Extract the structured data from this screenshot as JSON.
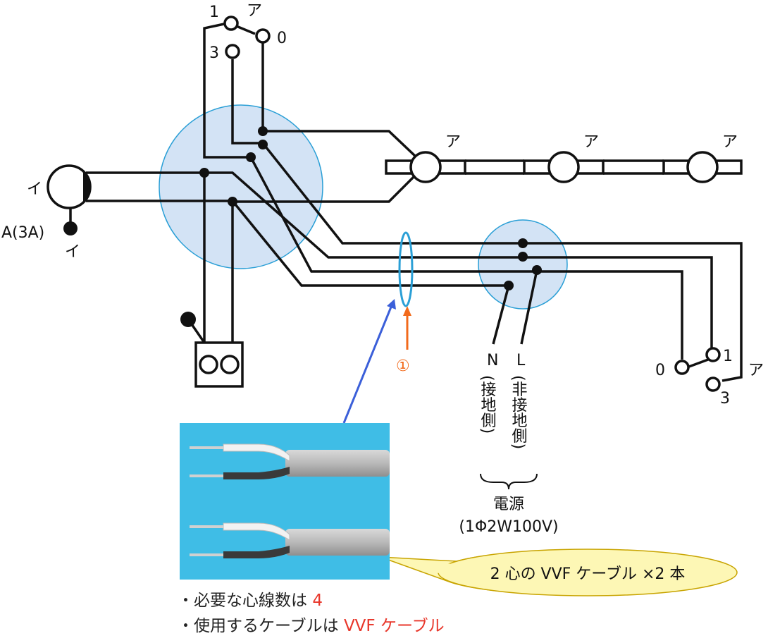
{
  "switch_top": {
    "terminal_1": "1",
    "terminal_3": "3",
    "terminal_0": "0",
    "mark": "ア"
  },
  "switch_right": {
    "terminal_1": "1",
    "terminal_3": "3",
    "terminal_0": "0",
    "mark": "ア"
  },
  "lamps": [
    {
      "mark": "ア"
    },
    {
      "mark": "ア"
    },
    {
      "mark": "ア"
    }
  ],
  "pilot_lamp": {
    "mark": "イ"
  },
  "breaker_switch": {
    "rating": "A(3A)",
    "mark": "イ"
  },
  "callout_number": "①",
  "power_source": {
    "n_letter": "N",
    "n_side": "(接地側)",
    "l_letter": "L",
    "l_side": "(非接地側)",
    "title": "電源",
    "spec": "(1Φ2W100V)"
  },
  "bubble_text": "2 心の VVF ケーブル ×2 本",
  "notes": [
    {
      "prefix": "・必要な心線数は ",
      "highlight": "4"
    },
    {
      "prefix": "・使用するケーブルは ",
      "highlight": "VVF ケーブル"
    }
  ],
  "colors": {
    "wire": "#111111",
    "junction_box_fill": "#d3e3f5",
    "junction_box_stroke": "#2a9fd6",
    "highlight": "#e8362a",
    "callout_arrow": "#f26a1b",
    "pointer_arrow": "#3b5fd9",
    "bubble_fill": "#fdf7b5",
    "photo_background": "#3fbde6"
  }
}
